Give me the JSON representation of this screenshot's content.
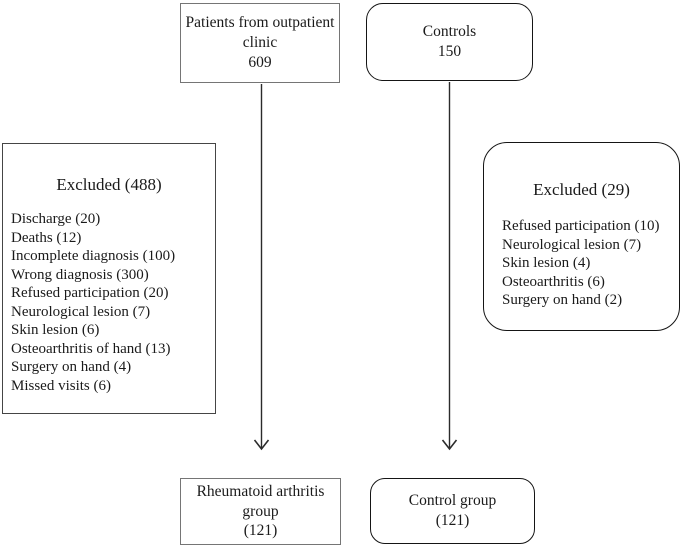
{
  "boxes": {
    "patients": {
      "label": "Patients from outpatient clinic",
      "count": "609"
    },
    "controls": {
      "label": "Controls",
      "count": "150"
    },
    "excluded_patients": {
      "title": "Excluded (488)",
      "items": [
        "Discharge (20)",
        "Deaths (12)",
        "Incomplete diagnosis (100)",
        "Wrong diagnosis (300)",
        "Refused participation (20)",
        "Neurological lesion (7)",
        "Skin lesion (6)",
        "Osteoarthritis of hand (13)",
        "Surgery on hand (4)",
        "Missed visits (6)"
      ]
    },
    "excluded_controls": {
      "title": "Excluded (29)",
      "items": [
        "Refused participation (10)",
        "Neurological lesion (7)",
        "Skin lesion (4)",
        "Osteoarthritis (6)",
        "Surgery on hand (2)"
      ]
    },
    "ra_group": {
      "label": "Rheumatoid arthritis group",
      "count": "(121)"
    },
    "control_group": {
      "label": "Control group",
      "count": "(121)"
    }
  },
  "colors": {
    "background": "#ffffff",
    "text": "#1a1a1a",
    "square_box_border": "#757575",
    "exclusion_box_border": "#454545",
    "rounded_box_border": "#151515",
    "arrow": "#2b2b2b"
  }
}
